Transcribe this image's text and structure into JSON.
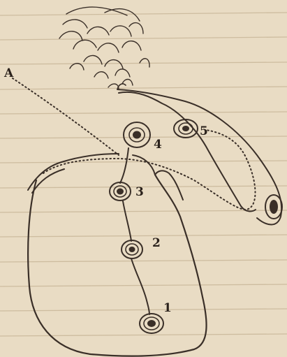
{
  "labels": {
    "a": "A",
    "n1": "1",
    "n2": "2",
    "n3": "3",
    "n4": "4",
    "n5": "5"
  },
  "colors": {
    "paper": "#e9dcc4",
    "ink": "#3a2f28",
    "show_through": "#cdbc9f"
  }
}
